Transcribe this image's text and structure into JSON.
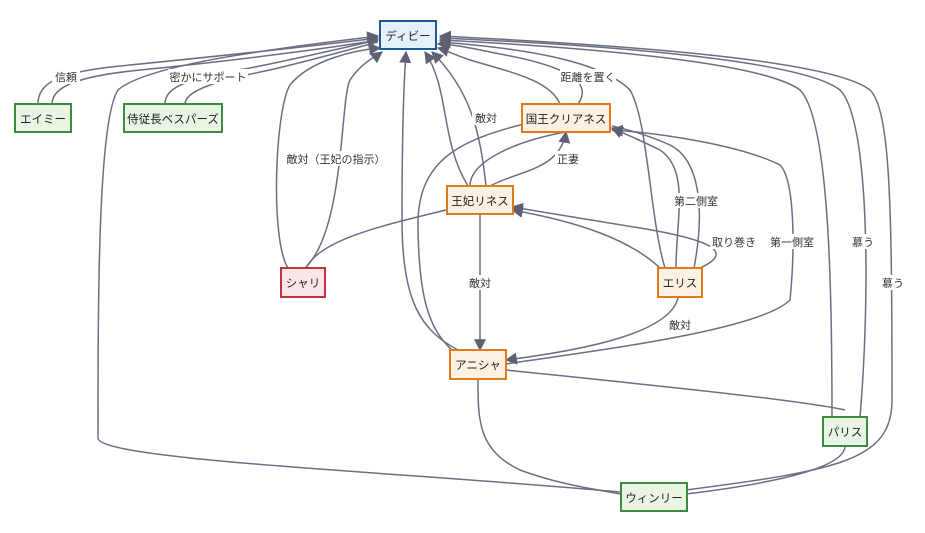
{
  "nodes": {
    "davie": {
      "label": "ディビー",
      "style": "main"
    },
    "amy": {
      "label": "エイミー",
      "style": "ally"
    },
    "chamberlain": {
      "label": "侍従長ベスパーズ",
      "style": "ally"
    },
    "clianes": {
      "label": "国王クリアネス",
      "style": "royal"
    },
    "rines": {
      "label": "王妃リネス",
      "style": "royal"
    },
    "shari": {
      "label": "シャリ",
      "style": "enemy"
    },
    "eris": {
      "label": "エリス",
      "style": "royal"
    },
    "anisha": {
      "label": "アニシャ",
      "style": "royal"
    },
    "paris": {
      "label": "パリス",
      "style": "ally"
    },
    "winnie": {
      "label": "ウィンリー",
      "style": "ally"
    }
  },
  "edge_labels": {
    "trust": "信頼",
    "secret_support": "密かにサポート",
    "hostile_queen_order": "敵対（王妃の指示）",
    "hostile_rines": "敵対",
    "distance": "距離を置く",
    "legal_wife": "正妻",
    "second_consort": "第二側室",
    "entourage": "取り巻き",
    "first_consort": "第一側室",
    "hostile_anisha": "敵対",
    "hostile_eris": "敵対",
    "adore_paris": "慕う",
    "adore_winnie": "慕う"
  },
  "colors": {
    "edge": "#6b6f82",
    "main_fill": "#e6f0fa",
    "main_stroke": "#1a5a96",
    "ally_fill": "#e8f5e4",
    "ally_stroke": "#3e8a3e",
    "royal_fill": "#fdf1e2",
    "royal_stroke": "#e07a1f",
    "enemy_fill": "#fbe6e8",
    "enemy_stroke": "#c8303c"
  }
}
